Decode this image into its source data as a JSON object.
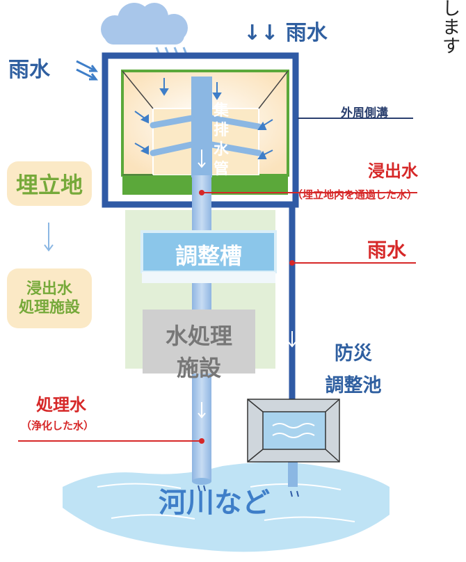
{
  "top_text": {
    "line1": "し",
    "line2": "ま",
    "line3": "す"
  },
  "labels": {
    "rain_top": "↓↓ 雨水",
    "rain_left": "雨水",
    "side_ditch": "外周側溝",
    "leachate_title": "浸出水",
    "leachate_sub": "（埋立地内を通過した水）",
    "rain_red": "雨水",
    "treated_title": "処理水",
    "treated_sub": "（浄化した水）",
    "collection_pipe": [
      "集",
      "排",
      "水",
      "管"
    ],
    "adjustment_tank": "調整槽",
    "water_treatment": [
      "水処理",
      "施設"
    ],
    "disaster_pond": [
      "防災",
      "調整池"
    ],
    "river": "河川など"
  },
  "legend": {
    "landfill": "埋立地",
    "arrow": "↓",
    "plant_line1": "浸出水",
    "plant_line2": "処理施設"
  },
  "colors": {
    "dark_blue": "#2f5aa5",
    "light_blue": "#8bb7e3",
    "red": "#d62828",
    "green": "#5ba83a",
    "beige": "#fbe9c6",
    "legend_green": "#76a93a",
    "cloud": "#a8c6ea",
    "river": "#bfe3f5"
  }
}
